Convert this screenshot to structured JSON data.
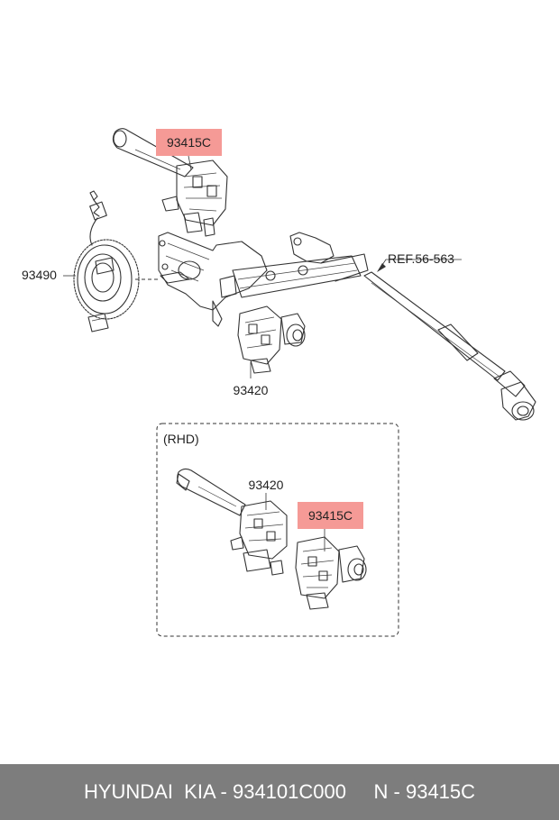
{
  "labels": {
    "top_switch": "93415C",
    "clock_spring": "93490",
    "lower_switch": "93420",
    "ref": "REF.56-563",
    "rhd_title": "(RHD)",
    "rhd_switch_left": "93420",
    "rhd_switch_right": "93415C"
  },
  "colors": {
    "highlight": "#f59a96",
    "footer_bg": "#7d7d7d",
    "footer_text": "#ffffff"
  },
  "footer": {
    "text": "HYUNDAI  KIA - 934101C000     N - 93415C"
  }
}
